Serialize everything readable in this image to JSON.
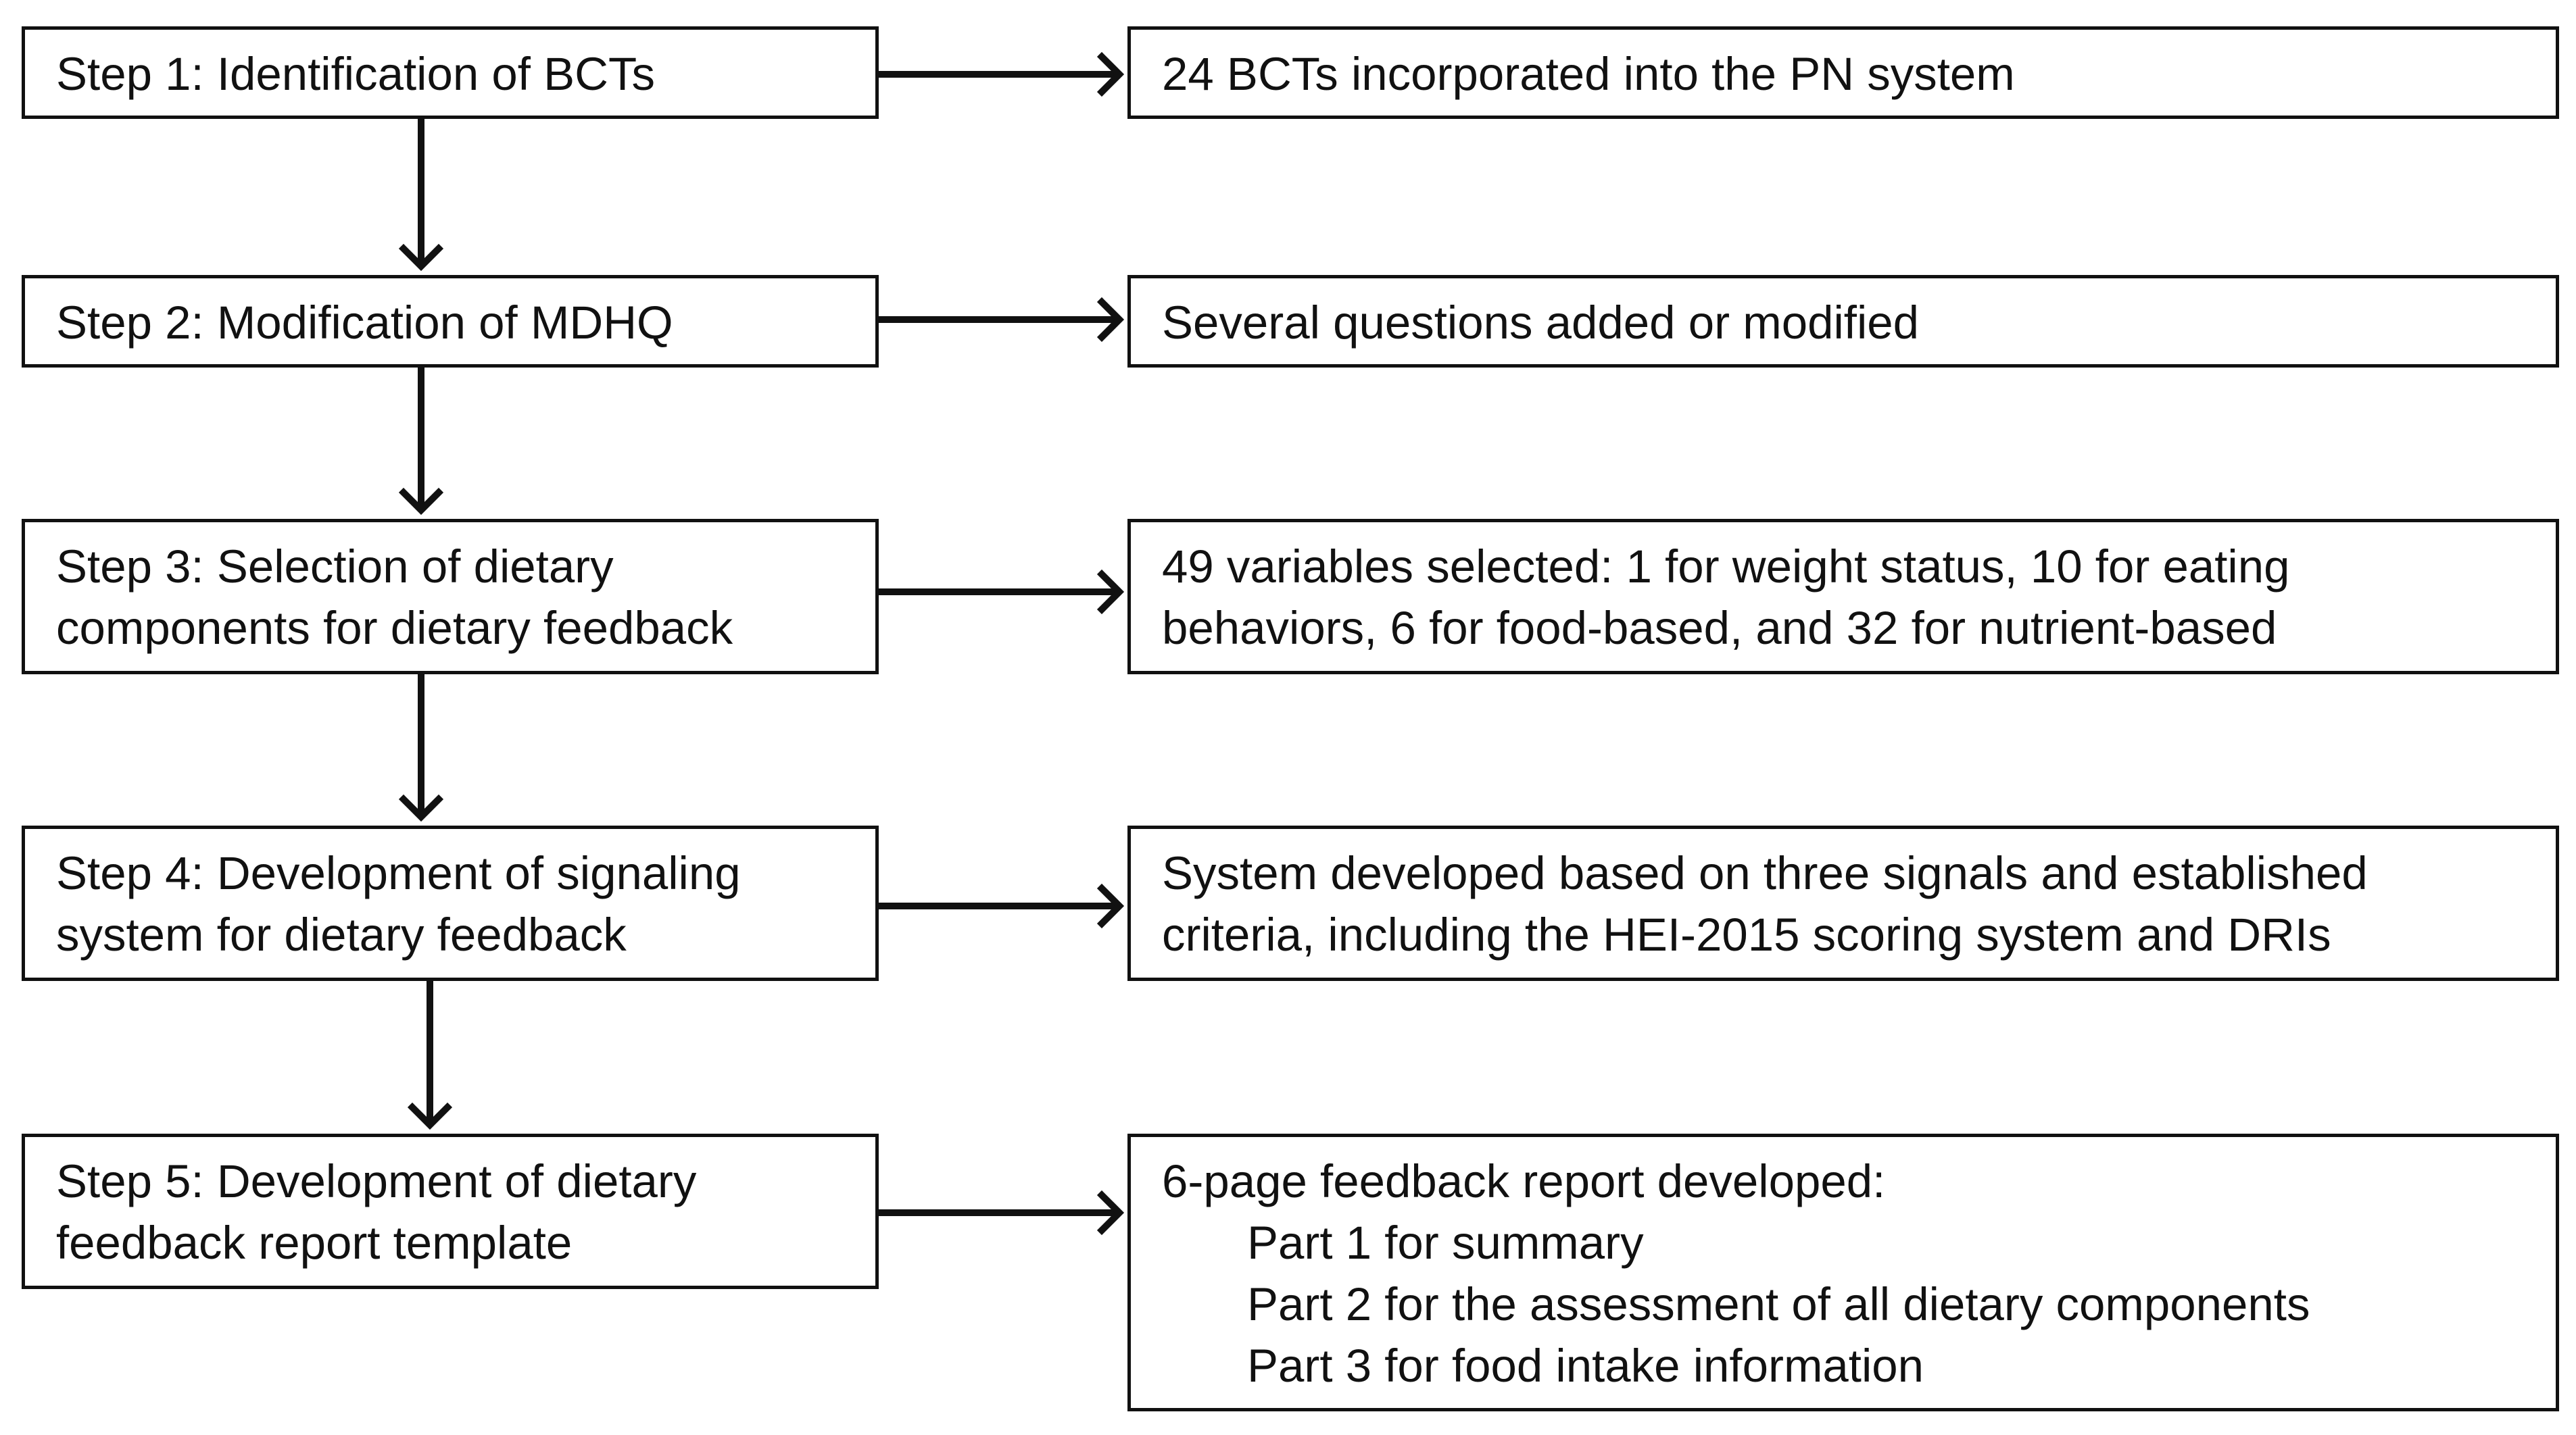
{
  "steps": [
    {
      "lines": [
        "Step 1: Identification of BCTs"
      ]
    },
    {
      "lines": [
        "Step 2: Modification of MDHQ"
      ]
    },
    {
      "lines": [
        "Step 3: Selection of dietary",
        "components for dietary feedback"
      ]
    },
    {
      "lines": [
        "Step 4: Development of signaling",
        "system for dietary feedback"
      ]
    },
    {
      "lines": [
        "Step 5: Development of dietary",
        "feedback report template"
      ]
    }
  ],
  "outcomes": [
    {
      "lines": [
        "24 BCTs incorporated into the PN system"
      ]
    },
    {
      "lines": [
        "Several questions added or modified"
      ]
    },
    {
      "lines": [
        "49 variables selected: 1 for weight status, 10 for eating",
        "behaviors, 6 for food-based, and 32 for nutrient-based"
      ]
    },
    {
      "lines": [
        "System developed based on three signals and established",
        "criteria, including the HEI-2015 scoring system and DRIs"
      ]
    },
    {
      "lines": [
        "6-page feedback report developed:"
      ],
      "sub_items": [
        "Part 1 for summary",
        "Part 2 for the assessment of all dietary components",
        "Part 3 for food intake information"
      ]
    }
  ]
}
